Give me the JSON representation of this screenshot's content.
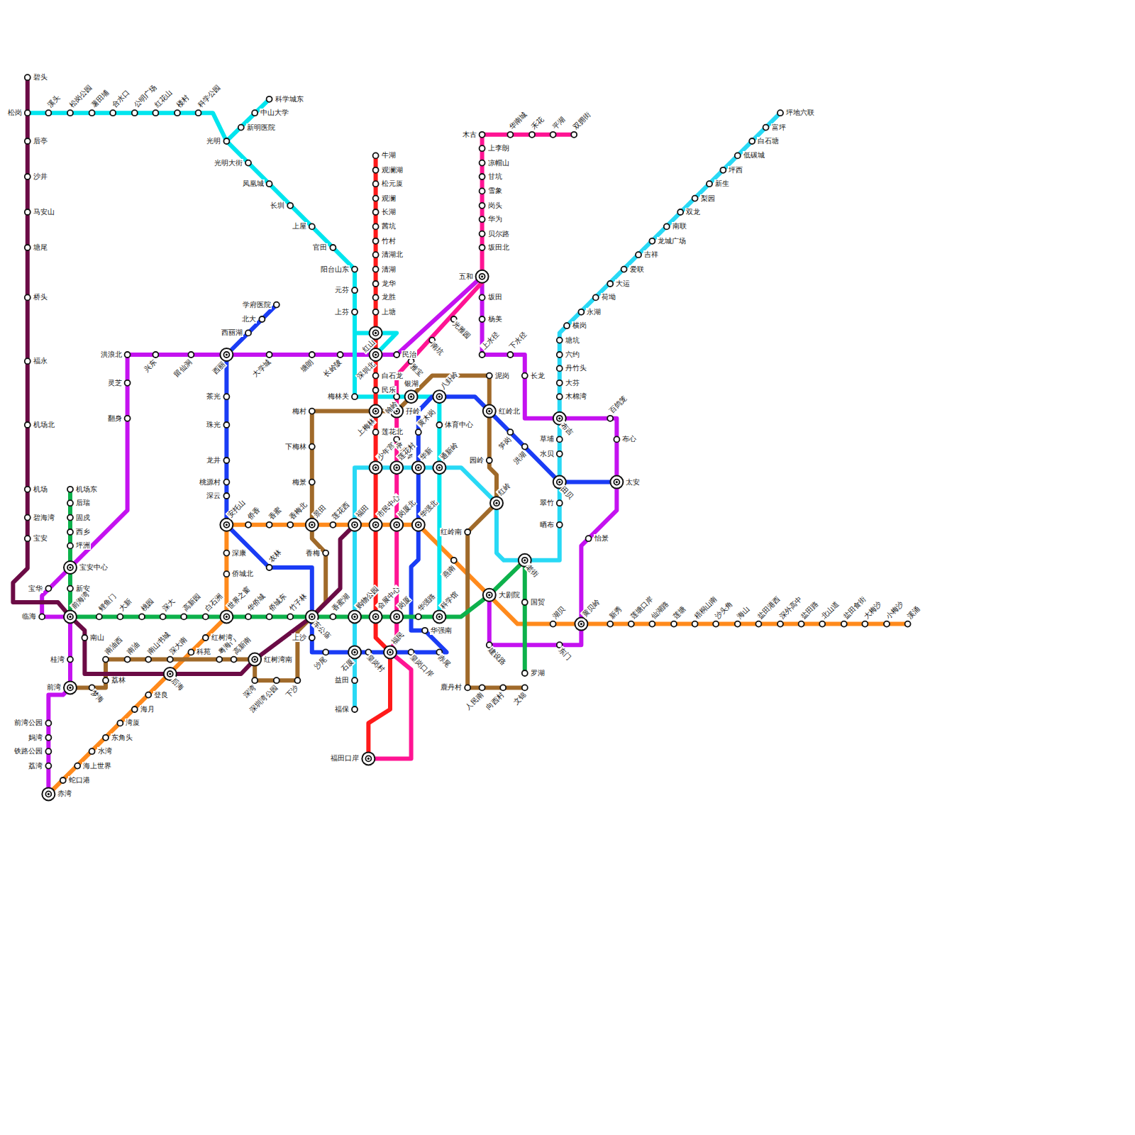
{
  "diagram": {
    "labels": [
      "碧头",
      "松岗",
      "后亭",
      "沙井",
      "马安山",
      "塘尾",
      "桥头",
      "福永",
      "机场北",
      "机场",
      "碧海湾",
      "宝安",
      "南山",
      "溪头",
      "松岗公园",
      "薯田埔",
      "合水口",
      "公明广场",
      "红花山",
      "楼村",
      "科学公园",
      "光明",
      "新明医院",
      "中山大学",
      "科学城东",
      "光明大街",
      "凤凰城",
      "长圳",
      "上屋",
      "官田",
      "阳台山东",
      "元芬",
      "上芬",
      "红山",
      "深圳北",
      "梅林关",
      "翰岭",
      "银湖",
      "八卦岭",
      "体育中心",
      "通新岭",
      "科学馆",
      "牛湖",
      "观澜湖",
      "松元厦",
      "观澜",
      "长湖",
      "茜坑",
      "竹村",
      "清湖北",
      "清湖",
      "龙华",
      "龙胜",
      "上塘",
      "白石龙",
      "民乐",
      "上梅林",
      "莲花北",
      "少年宫",
      "市民中心",
      "会展中心",
      "福民",
      "福田口岸",
      "双拥街",
      "平湖",
      "禾花",
      "华南城",
      "木古",
      "上李朗",
      "凉帽山",
      "甘坑",
      "雪象",
      "岗头",
      "华为",
      "贝尔路",
      "坂田北",
      "五和",
      "光雅园",
      "南坑",
      "雅宝",
      "冬瓜岭",
      "莲花村",
      "岗厦北",
      "岗厦",
      "梦海",
      "荔林",
      "南油西",
      "南油",
      "南山书城",
      "深大南",
      "粤海门",
      "高新南",
      "红树湾南",
      "深湾",
      "深圳湾公园",
      "下沙",
      "香梅",
      "景田",
      "梅景",
      "下梅林",
      "梅村",
      "泥岗",
      "红岭北",
      "园岭",
      "红岭",
      "红岭南",
      "鹿丹村",
      "人民南",
      "向西村",
      "文锦",
      "学府医院",
      "北大",
      "西丽湖",
      "西丽",
      "茶光",
      "珠光",
      "龙井",
      "桃源村",
      "深云",
      "安托山",
      "农林",
      "车公庙",
      "上沙",
      "沙尾",
      "石厦",
      "皇岗村",
      "皇岗口岸",
      "赤尾",
      "华强南",
      "华强北",
      "华新",
      "黄木岗",
      "笋岗",
      "洪湖",
      "田贝",
      "太安",
      "赤湾",
      "蛇口港",
      "海上世界",
      "水湾",
      "东角头",
      "湾厦",
      "海月",
      "登良",
      "后海",
      "科苑",
      "红树湾",
      "世界之窗",
      "侨城北",
      "深康",
      "侨香",
      "香蜜",
      "香梅北",
      "莲花西",
      "福田",
      "燕南",
      "大剧院",
      "湖贝",
      "黄贝岭",
      "新秀",
      "莲塘口岸",
      "仙湖路",
      "莲塘",
      "梧桐山南",
      "沙头角",
      "海山",
      "盐田港西",
      "深外高中",
      "盐田路",
      "北山道",
      "盐田食街",
      "大梅沙",
      "小梅沙",
      "溪涌",
      "机场东",
      "后瑞",
      "固戍",
      "西乡",
      "坪洲",
      "宝安中心",
      "新安",
      "前海湾",
      "鲤鱼门",
      "大新",
      "桃园",
      "深大",
      "高新园",
      "白石洲",
      "华侨城",
      "侨城东",
      "竹子林",
      "香蜜湖",
      "购物公园",
      "华强路",
      "老街",
      "国贸",
      "罗湖",
      "福保",
      "益田",
      "晒布",
      "翠竹",
      "水贝",
      "草埔",
      "布吉",
      "木棉湾",
      "大芬",
      "丹竹头",
      "六约",
      "塘坑",
      "横岗",
      "永湖",
      "荷坳",
      "大运",
      "爱联",
      "吉祥",
      "龙城广场",
      "南联",
      "双龙",
      "梨园",
      "新生",
      "坪西",
      "低碳城",
      "白石塘",
      "富坪",
      "坪地六联",
      "洪浪北",
      "兴东",
      "留仙洞",
      "大学城",
      "塘朗",
      "长岭陂",
      "民治",
      "坂田",
      "杨美",
      "上水径",
      "下水径",
      "长龙",
      "百鸽笼",
      "布心",
      "怡景",
      "东门",
      "建设路",
      "灵芝",
      "翻身",
      "宝华",
      "临海",
      "桂湾",
      "前湾",
      "前湾公园",
      "妈湾",
      "铁路公园",
      "荔湾",
      "孖岭"
    ]
  }
}
